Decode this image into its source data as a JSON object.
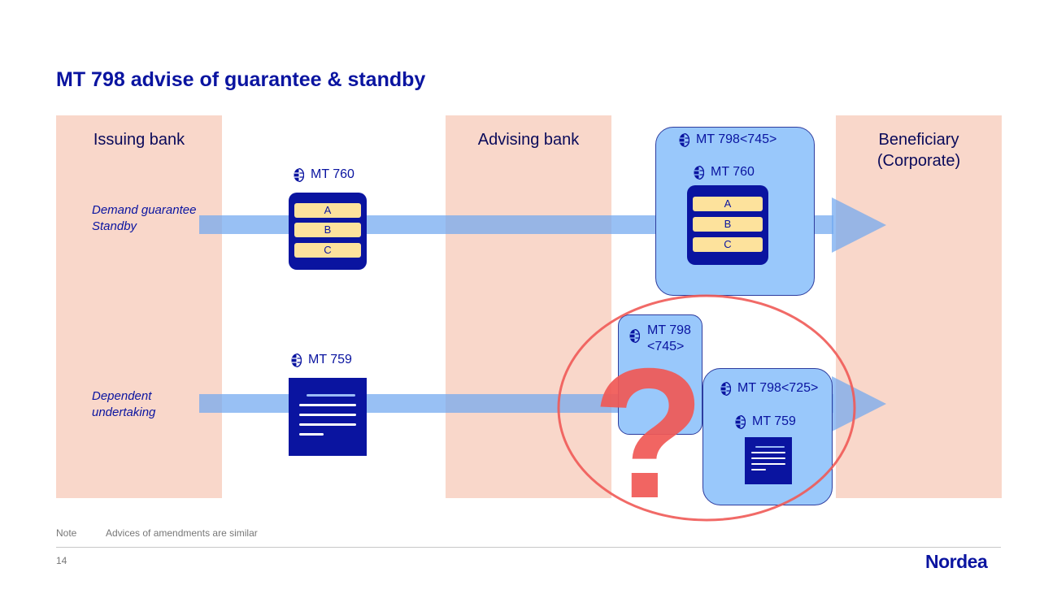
{
  "title": "MT 798 advise of guarantee & standby",
  "lanes": {
    "issuing": "Issuing bank",
    "advising": "Advising bank",
    "beneficiary_line1": "Beneficiary",
    "beneficiary_line2": "(Corporate)"
  },
  "rows": {
    "top_line1": "Demand guarantee",
    "top_line2": "Standby",
    "bottom_line1": "Dependent",
    "bottom_line2": "undertaking"
  },
  "messages": {
    "mt760": "MT 760",
    "mt759": "MT 759",
    "mt798_745": "MT 798<745>",
    "mt798_small_line1": "MT 798",
    "mt798_small_line2": "<745>",
    "mt798_725": "MT 798<725>"
  },
  "fields": [
    "A",
    "B",
    "C"
  ],
  "question_mark": "?",
  "footer": {
    "note_label": "Note",
    "note_text": "Advices of amendments are similar",
    "page_number": "14",
    "logo": "Nordea"
  },
  "colors": {
    "brand_blue": "#0a14a0",
    "lane_fill": "#f9d7ca",
    "arrow_blue": "#70a8f0",
    "envelope_blue": "#99c8fb",
    "field_yellow": "#fde29c",
    "highlight_red": "#f05a57"
  },
  "icons": {
    "message": "swift-globe-icon",
    "document": "document-lines-icon"
  }
}
